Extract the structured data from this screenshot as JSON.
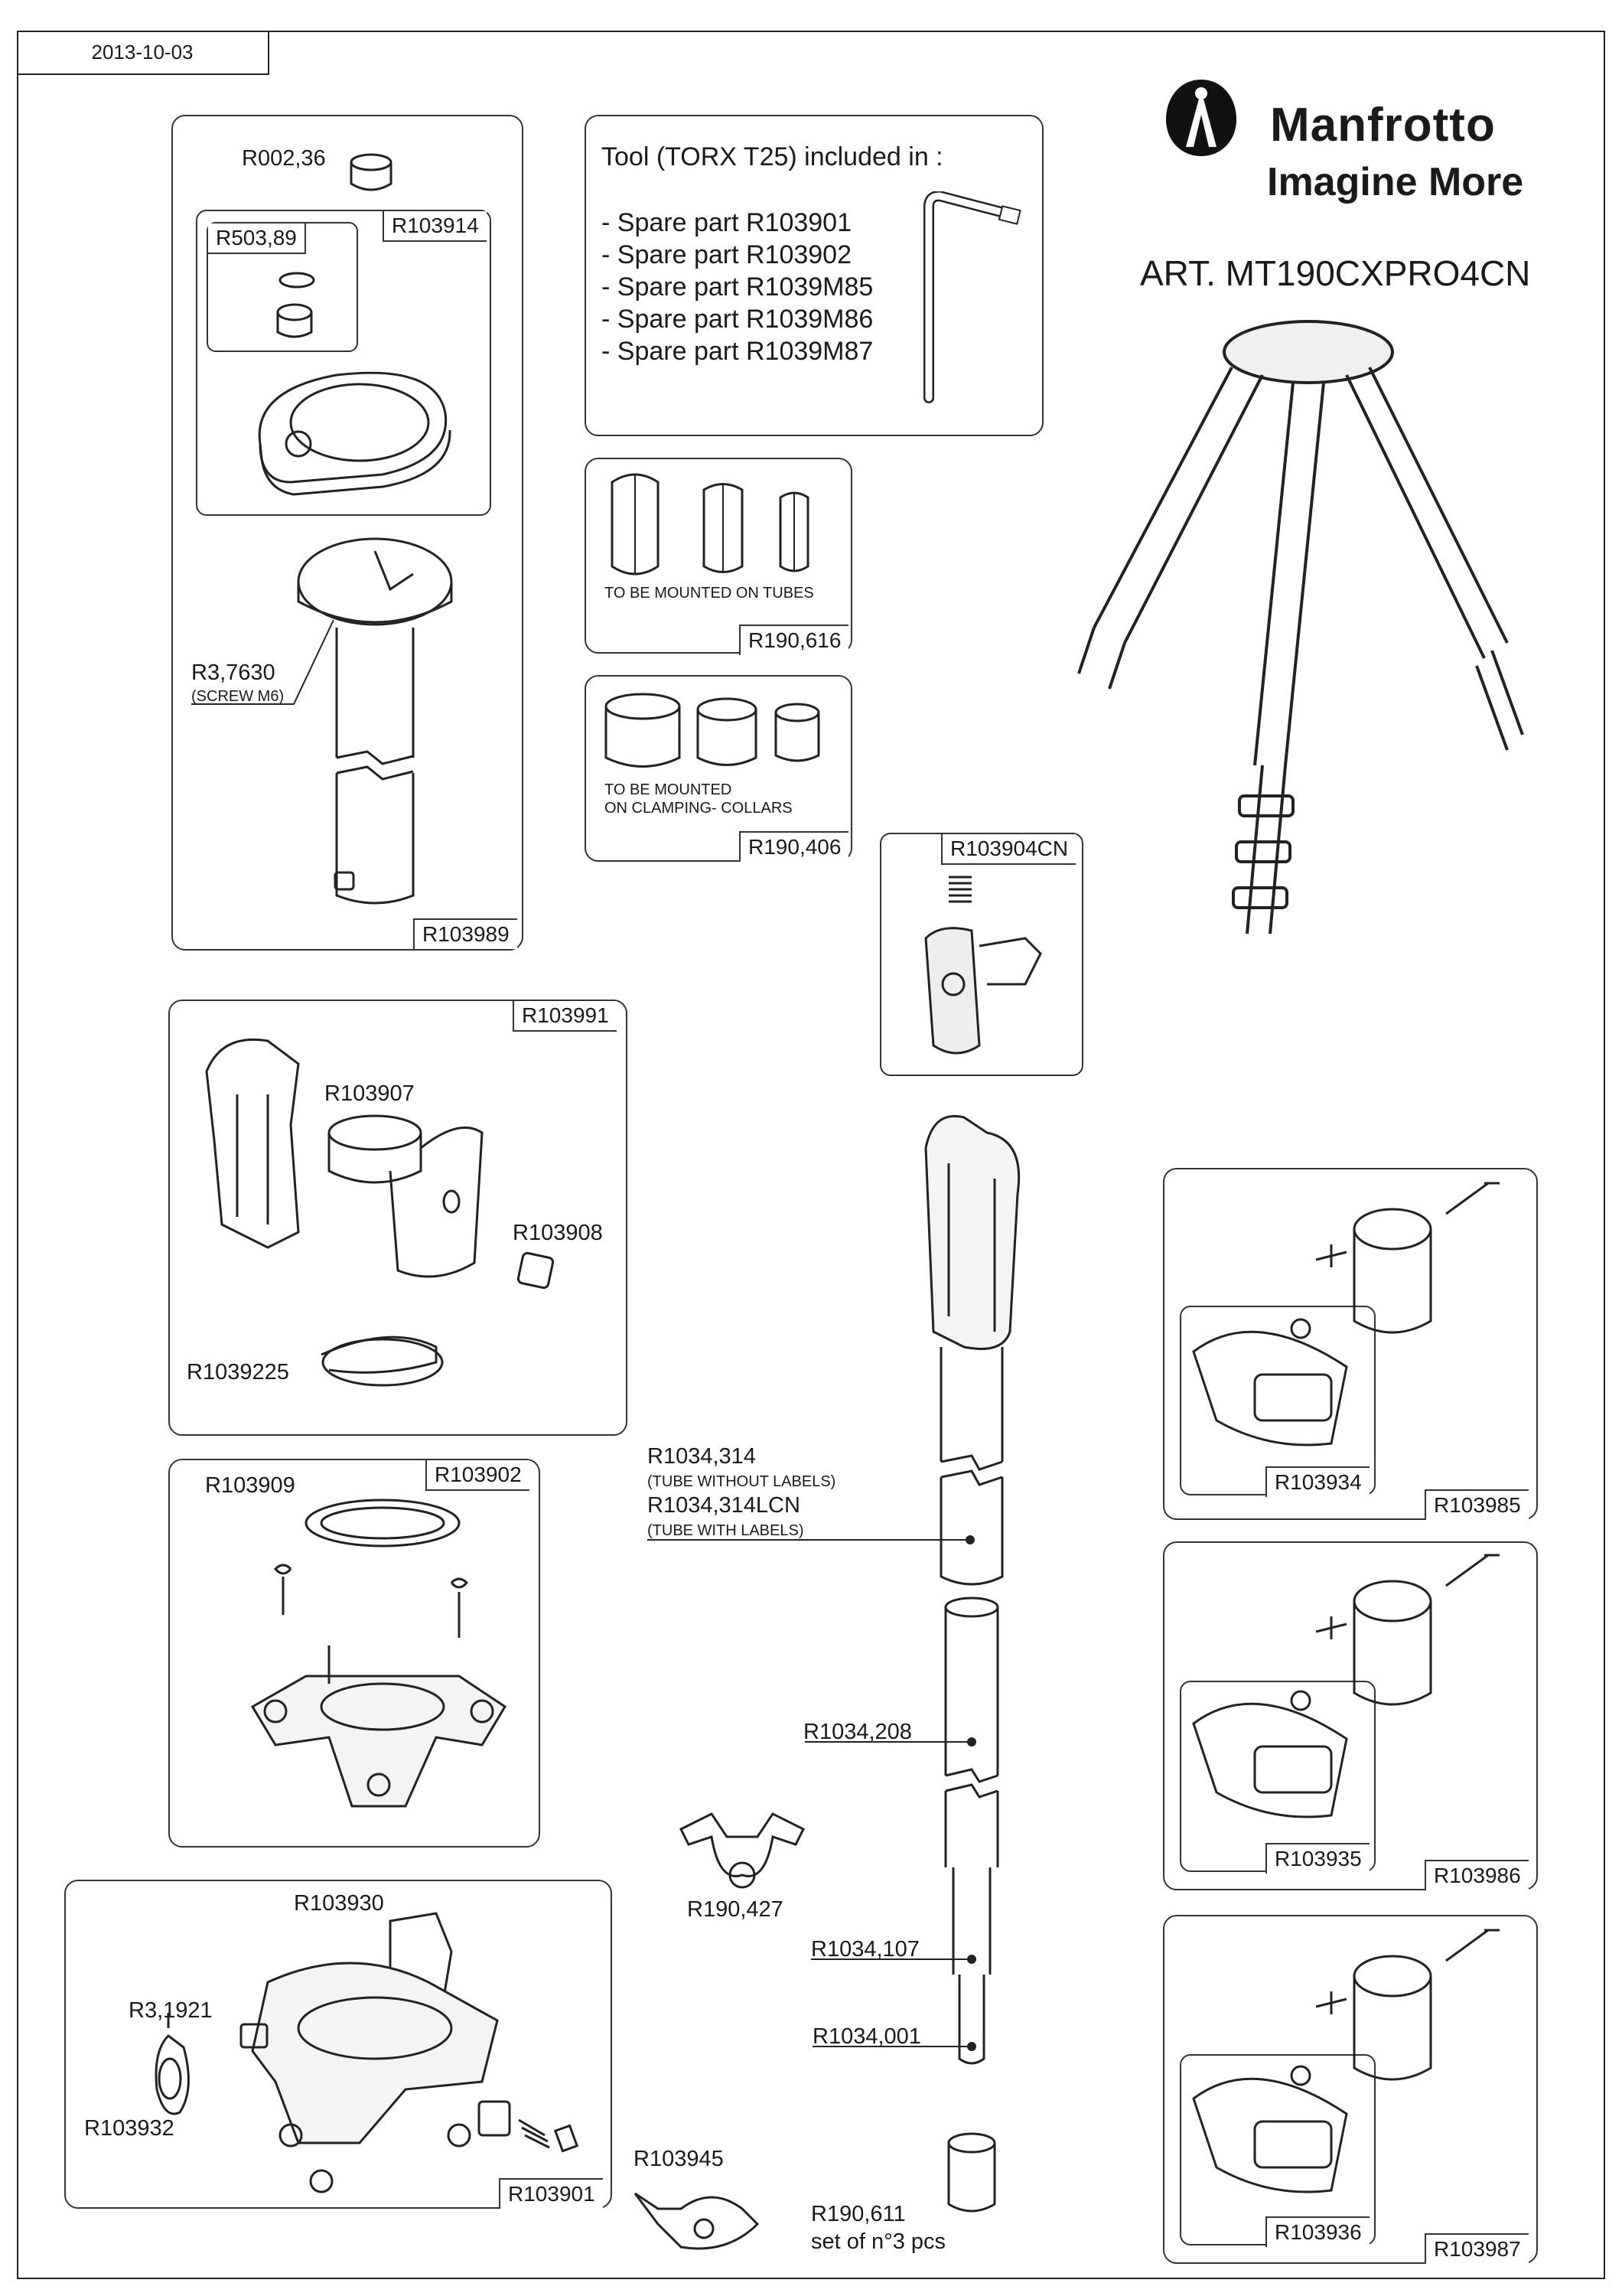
{
  "header": {
    "date": "2013-10-03"
  },
  "brand": {
    "name": "Manfrotto",
    "tagline": "Imagine More",
    "article": "ART. MT190CXPRO4CN"
  },
  "tool": {
    "title": "Tool (TORX T25) included in :",
    "items": [
      "- Spare part R103901",
      "- Spare part R103902",
      "- Spare part R1039M85",
      "- Spare part R1039M86",
      "- Spare part R1039M87"
    ]
  },
  "sleeves_tubes": {
    "note": "TO BE MOUNTED ON TUBES",
    "code": "R190,616"
  },
  "sleeves_collars": {
    "note_line1": "TO BE MOUNTED",
    "note_line2": "ON CLAMPING- COLLARS",
    "code": "R190,406"
  },
  "column_panel": {
    "code": "R103989",
    "top_part": "R002,36",
    "sub_code": "R103914",
    "sub_part": "R503,89",
    "screw": "R3,7630",
    "screw_note": "(SCREW M6)"
  },
  "clip_panel": {
    "code": "R103904CN"
  },
  "hub_panel": {
    "code": "R103991",
    "part_a": "R103907",
    "part_b": "R103908",
    "part_c": "R1039225"
  },
  "spider_panel": {
    "code": "R103902",
    "part": "R103909"
  },
  "base_panel": {
    "code": "R103901",
    "part_a": "R103930",
    "part_b": "R3,1921",
    "part_c": "R103932"
  },
  "loose_parts": {
    "bracket": "R190,427",
    "knob": "R103945"
  },
  "leg": {
    "tube1": "R1034,314",
    "tube1_note": "(TUBE WITHOUT LABELS)",
    "tube1b": "R1034,314LCN",
    "tube1b_note": "(TUBE WITH LABELS)",
    "tube2": "R1034,208",
    "tube3": "R1034,107",
    "tube4": "R1034,001",
    "feet": "R190,611",
    "feet_note": "set of n°3 pcs"
  },
  "clamps": [
    {
      "outer": "R103985",
      "inner": "R103934"
    },
    {
      "outer": "R103986",
      "inner": "R103935"
    },
    {
      "outer": "R103987",
      "inner": "R103936"
    }
  ]
}
